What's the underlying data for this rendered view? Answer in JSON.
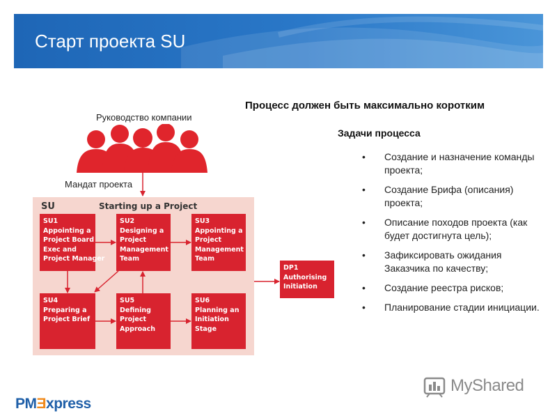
{
  "slide": {
    "title": "Старт проекта SU"
  },
  "diagram": {
    "top_caption": "Руководство компании",
    "mandate_caption": "Мандат проекта",
    "panel_code": "SU",
    "panel_name": "Starting up a Project",
    "boxes": [
      {
        "lines": [
          "SU1",
          "Appointing a",
          "Project Board",
          "Exec and",
          "Project Manager"
        ]
      },
      {
        "lines": [
          "SU2",
          "Designing a",
          "Project",
          "Management",
          "Team"
        ]
      },
      {
        "lines": [
          "SU3",
          "Appointing a",
          "Project",
          "Management",
          "Team"
        ]
      },
      {
        "lines": [
          "SU4",
          "Preparing a",
          "Project Brief"
        ]
      },
      {
        "lines": [
          "SU5",
          "Defining",
          "Project",
          "Approach"
        ]
      },
      {
        "lines": [
          "SU6",
          "Planning an",
          "Initiation",
          "Stage"
        ]
      },
      {
        "lines": [
          "DP1",
          "Authorising",
          "Initiation"
        ]
      }
    ]
  },
  "process": {
    "headline": "Процесс должен быть максимально коротким",
    "tasks_title": "Задачи процесса",
    "tasks": [
      "Создание и назначение команды проекта;",
      "Создание Брифа (описания) проекта;",
      "Описание походов проекта (как будет достигнута цель);",
      "Зафиксировать ожидания Заказчика по качеству;",
      "Создание реестра рисков;",
      "Планирование стадии инициации."
    ],
    "bullet": "•"
  },
  "footer": {
    "pm_logo_a": "PM",
    "pm_logo_b": "Ǝ",
    "pm_logo_c": "xpress",
    "myshared": "MyShared"
  },
  "colors": {
    "banner": "#1e66b6",
    "panel": "#f6d6cf",
    "box": "#d8232f",
    "people": "#e0252c"
  }
}
